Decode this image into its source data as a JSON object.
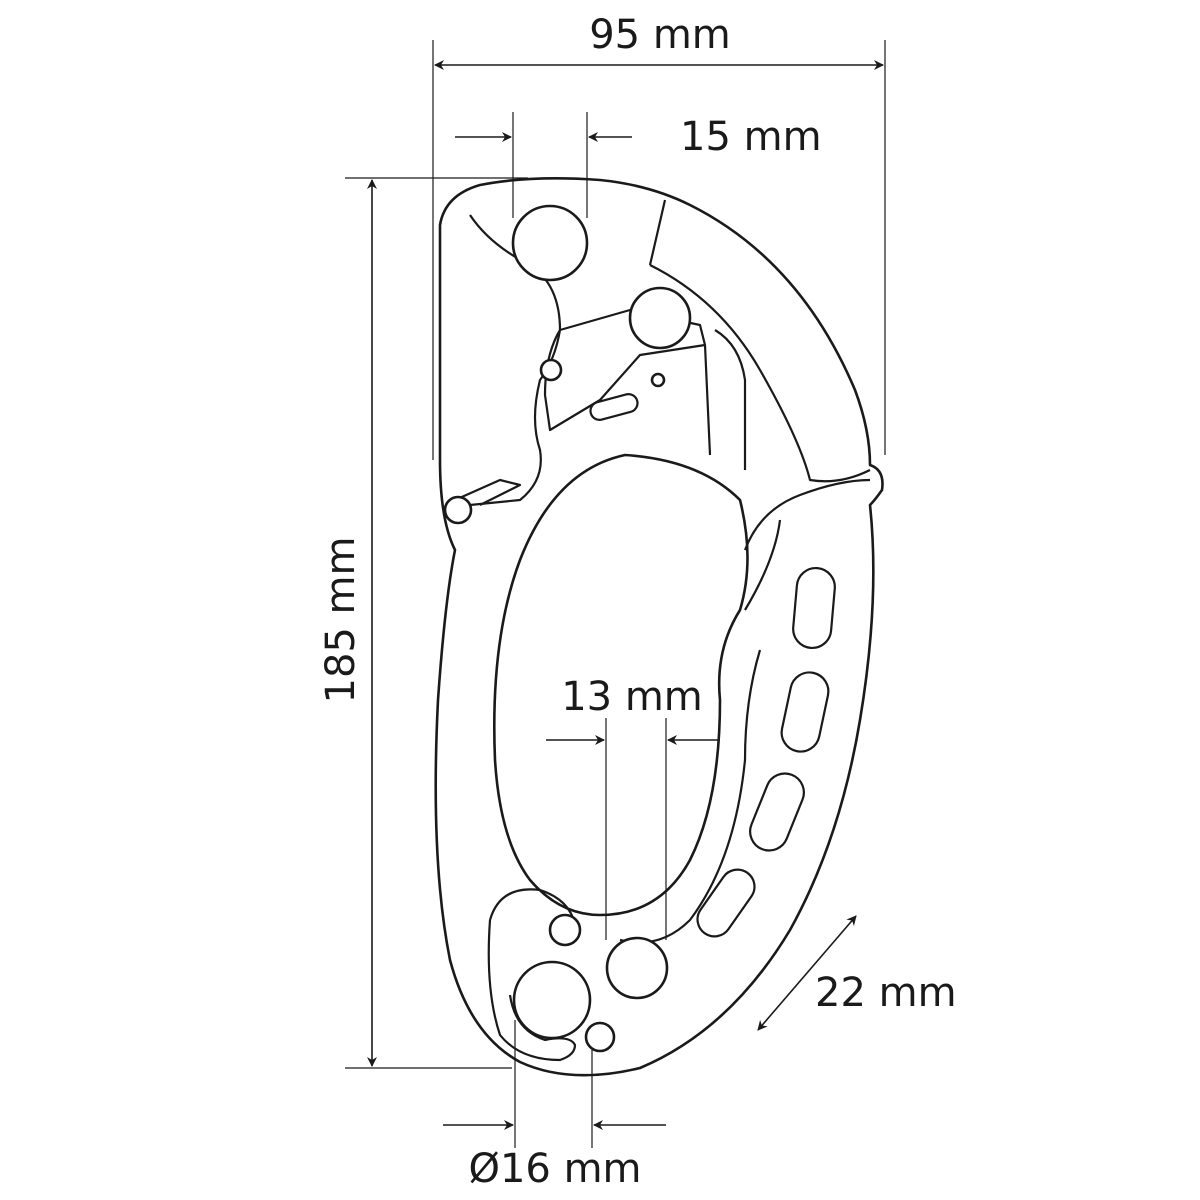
{
  "diagram": {
    "dimensions": {
      "width": "95 mm",
      "top_hole_spacing": "15 mm",
      "height": "185 mm",
      "rope_slot_width": "13 mm",
      "diagonal_width": "22 mm",
      "hole_diameter": "Ø16 mm"
    },
    "colors": {
      "line": "#1a1a1a",
      "background": "#ffffff"
    }
  }
}
